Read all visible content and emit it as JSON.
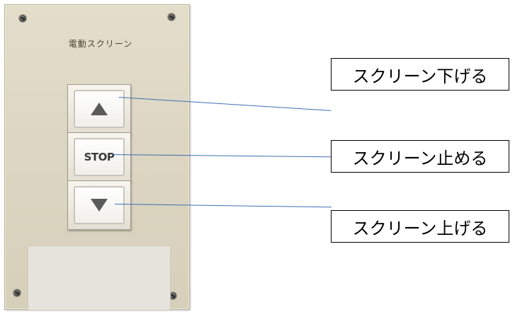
{
  "panel": {
    "title": "電動スクリーン"
  },
  "buttons": {
    "up": {
      "icon": "triangle-up-icon"
    },
    "stop": {
      "label": "STOP"
    },
    "down": {
      "icon": "triangle-down-icon"
    }
  },
  "callouts": [
    {
      "text": "スクリーン下げる"
    },
    {
      "text": "スクリーン止める"
    },
    {
      "text": "スクリーン上げる"
    }
  ],
  "colors": {
    "panel": "#dcd6c2",
    "connector_line": "#3f6fb4",
    "icon": "#5a5a5a"
  }
}
